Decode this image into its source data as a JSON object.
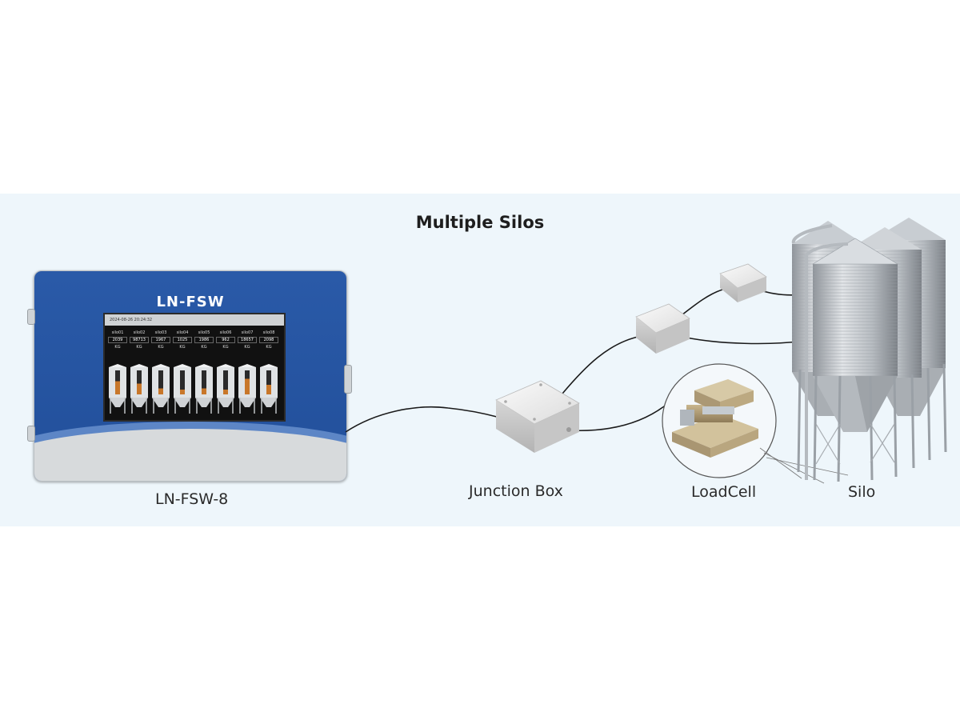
{
  "title": "Multiple Silos",
  "labels": {
    "device": "LN-FSW-8",
    "junction_box": "Junction Box",
    "load_cell": "LoadCell",
    "silo": "Silo"
  },
  "device": {
    "brand": "LN-FSW",
    "screen": {
      "datetime": "2024-08-26 20:24:32",
      "silos": [
        {
          "name": "silo01",
          "value": "2039",
          "unit": "KG",
          "level": 0.55
        },
        {
          "name": "silo02",
          "value": "98713",
          "unit": "KG",
          "level": 0.45
        },
        {
          "name": "silo03",
          "value": "1967",
          "unit": "KG",
          "level": 0.25
        },
        {
          "name": "silo04",
          "value": "1025",
          "unit": "KG",
          "level": 0.2
        },
        {
          "name": "silo05",
          "value": "1986",
          "unit": "KG",
          "level": 0.25
        },
        {
          "name": "silo06",
          "value": "962",
          "unit": "KG",
          "level": 0.2
        },
        {
          "name": "silo07",
          "value": "18657",
          "unit": "KG",
          "level": 0.65
        },
        {
          "name": "silo08",
          "value": "2098",
          "unit": "KG",
          "level": 0.4
        }
      ]
    }
  },
  "colors": {
    "background": "#eef6fb",
    "device_blue": "#23519d",
    "device_grey": "#d7dadc",
    "screen_fill": "#c8772a",
    "cable": "#1a1a1a"
  }
}
